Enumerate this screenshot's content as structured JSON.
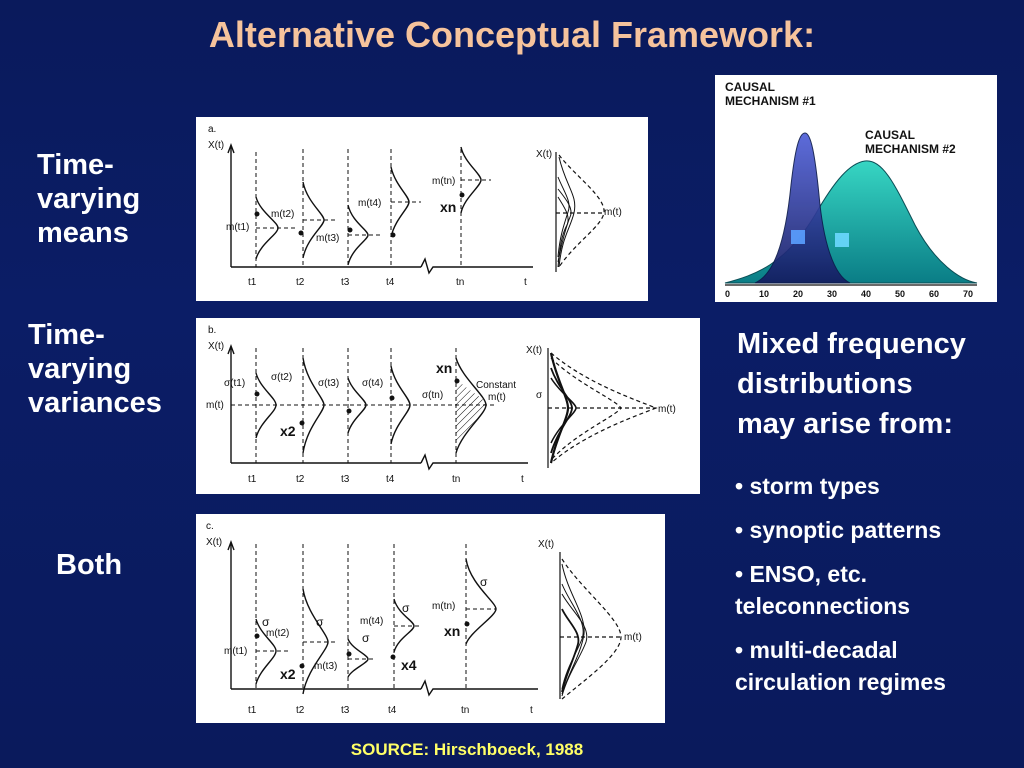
{
  "title": "Alternative Conceptual Framework:",
  "labels": {
    "means_line1": "Time-",
    "means_line2": "varying",
    "means_line3": "means",
    "var_line1": "Time-",
    "var_line2": "varying",
    "var_line3": "variances",
    "both": "Both"
  },
  "panel_a": {
    "tag": "a.",
    "ylabel": "X(t)",
    "ticks": [
      "t1",
      "t2",
      "t3",
      "t4",
      "tn",
      "t"
    ],
    "means": [
      "m(t1)",
      "m(t2)",
      "m(t3)",
      "m(t4)",
      "m(tn)"
    ],
    "xn": "xn",
    "dist_ylabel": "X(t)",
    "dist_mean": "m(t)"
  },
  "panel_b": {
    "tag": "b.",
    "ylabel": "X(t)",
    "ticks": [
      "t1",
      "t2",
      "t3",
      "t4",
      "tn",
      "t"
    ],
    "mean": "m(t)",
    "sigmas": [
      "σ(t1)",
      "σ(t2)",
      "σ(t3)",
      "σ(t4)",
      "σ(tn)"
    ],
    "x2": "x2",
    "xn": "xn",
    "constant": "Constant",
    "constant_mean": "m(t)",
    "dist_ylabel": "X(t)",
    "dist_sigma": "σ",
    "dist_mean": "m(t)"
  },
  "panel_c": {
    "tag": "c.",
    "ylabel": "X(t)",
    "ticks": [
      "t1",
      "t2",
      "t3",
      "t4",
      "tn",
      "t"
    ],
    "means": [
      "m(t1)",
      "m(t2)",
      "m(t3)",
      "m(t4)",
      "m(tn)"
    ],
    "sigma": "σ",
    "x2": "x2",
    "x4": "x4",
    "xn": "xn",
    "dist_ylabel": "X(t)",
    "dist_mean": "m(t)"
  },
  "causal": {
    "mech1_line1": "CAUSAL",
    "mech1_line2": "MECHANISM #1",
    "mech2_line1": "CAUSAL",
    "mech2_line2": "MECHANISM #2",
    "axis_ticks": [
      "0",
      "10",
      "20",
      "30",
      "40",
      "50",
      "60",
      "70"
    ],
    "colors": {
      "mech1": "#2a3db0",
      "mech2": "#1fb3a2"
    }
  },
  "mixed": {
    "line1": "Mixed frequency",
    "line2": "distributions",
    "line3": "may arise from:"
  },
  "bullets": [
    "• storm types",
    "• synoptic patterns",
    "•  ENSO, etc. teleconnections",
    "• multi-decadal circulation regimes"
  ],
  "source": "SOURCE: Hirschboeck, 1988"
}
